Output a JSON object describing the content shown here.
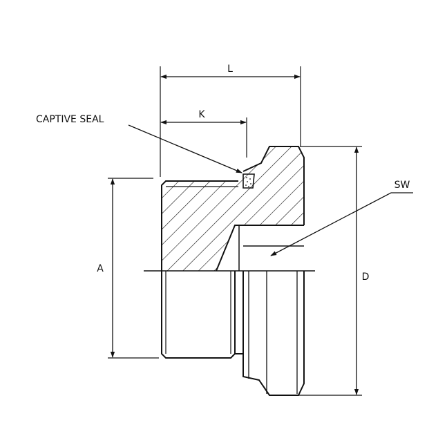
{
  "labels": {
    "captive_seal": "CAPTIVE SEAL",
    "length_l": "L",
    "length_k": "K",
    "diameter_a": "A",
    "diameter_d": "D",
    "wrench_sw": "SW"
  },
  "colors": {
    "line": "#111111",
    "background": "#ffffff"
  }
}
